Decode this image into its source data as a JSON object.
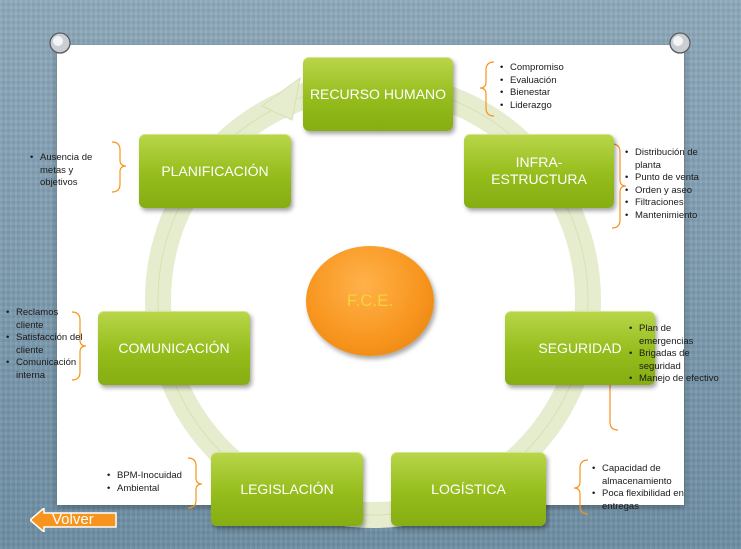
{
  "diagram": {
    "center": "F.C.E.",
    "nodes": {
      "recurso_humano": {
        "label": "RECURSO HUMANO",
        "items": [
          "Compromiso",
          "Evaluación",
          "Bienestar",
          "Liderazgo"
        ]
      },
      "infraestructura": {
        "label": "INFRA-\nESTRUCTURA",
        "items": [
          "Distribución de\nplanta",
          "Punto de venta",
          "Orden y aseo",
          "Filtraciones",
          "Mantenimiento"
        ]
      },
      "seguridad": {
        "label": "SEGURIDAD",
        "items": [
          "Plan de\nemergencias",
          "Brigadas de\nseguridad",
          "Manejo de efectivo"
        ]
      },
      "logistica": {
        "label": "LOGÍSTICA",
        "items": [
          "Capacidad de\nalmacenamiento",
          "Poca flexibilidad en\nentregas"
        ]
      },
      "legislacion": {
        "label": "LEGISLACIÓN",
        "items": [
          "BPM-Inocuidad",
          "Ambiental"
        ]
      },
      "comunicacion": {
        "label": "COMUNICACIÓN",
        "items": [
          "Reclamos\ncliente",
          "Satisfacción del\ncliente",
          "Comunicación\ninterna"
        ]
      },
      "planificacion": {
        "label": "PLANIFICACIÓN",
        "items": [
          "Ausencia de\nmetas y\nobjetivos"
        ]
      }
    }
  },
  "nav": {
    "back_label": "Volver"
  },
  "colors": {
    "box": "#95bd1c",
    "center": "#f7941d",
    "brace": "#f7941d",
    "back": "#f7941d"
  }
}
